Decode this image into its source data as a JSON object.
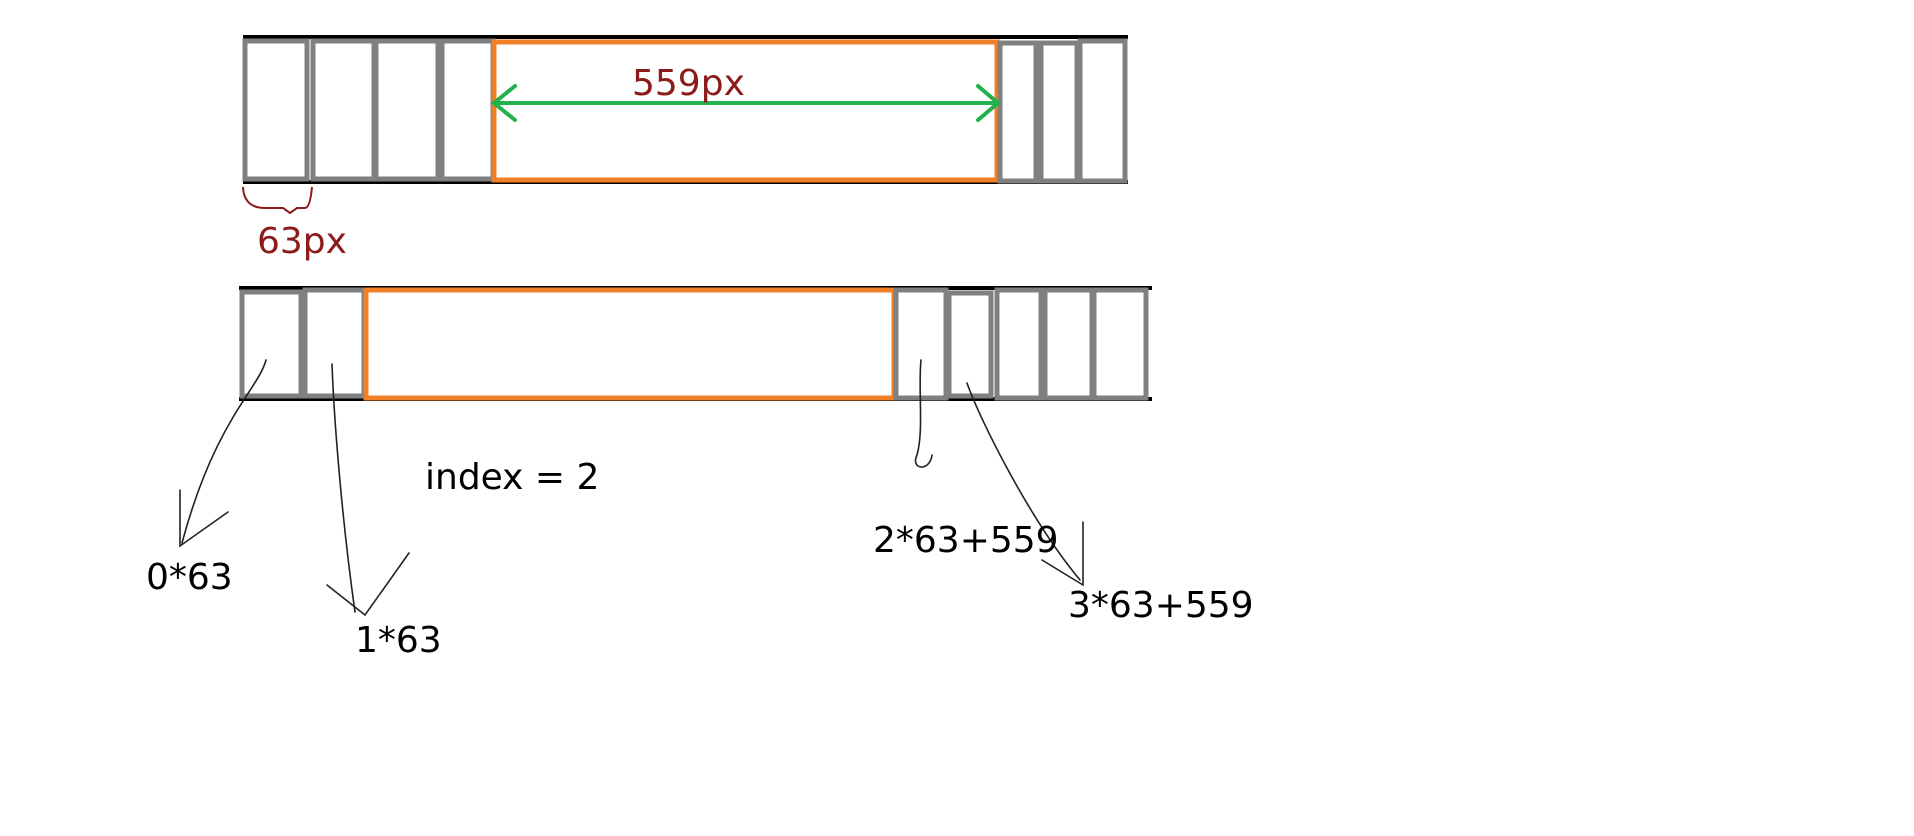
{
  "colors": {
    "cell_border": "#808080",
    "frame_border": "#000000",
    "highlight_border": "#f08028",
    "arrow": "#22b14c",
    "dimension_text": "#8b1a1a",
    "label_text": "#000000"
  },
  "top_strip": {
    "width_label": "559px",
    "cell_width_label": "63px"
  },
  "bottom_strip": {
    "index_label": "index = 2",
    "offset_labels": [
      "0*63",
      "1*63",
      "2*63+559",
      "3*63+559"
    ]
  }
}
